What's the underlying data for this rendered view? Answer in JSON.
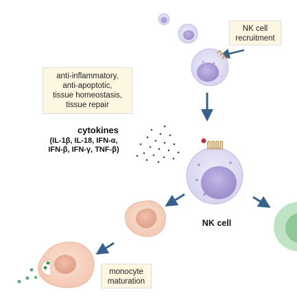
{
  "labels": {
    "nk_recruitment": [
      "NK cell",
      "recruitment"
    ],
    "effects": [
      "anti-inflammatory,",
      "anti-apoptotic,",
      "tissue homeostasis,",
      "tissue repair"
    ],
    "cytokines_title": "cytokines",
    "cytokines_list": [
      "(IL-1β, IL-18, IFN-α,",
      "IFN-β, IFN-γ, TNF-β)"
    ],
    "nk_cell": "NK cell",
    "monocyte_maturation": [
      "monocyte",
      "maturation"
    ]
  },
  "colors": {
    "label_fill": "#fdf6e1",
    "nk_cell_body": "#dcdcf2",
    "nk_nucleus": "#a99ad4",
    "monocyte_body": "#f7d2c0",
    "monocyte_nucleus": "#e9ab95",
    "arrow": "#35618c",
    "green_cell": "#8fc99a"
  }
}
